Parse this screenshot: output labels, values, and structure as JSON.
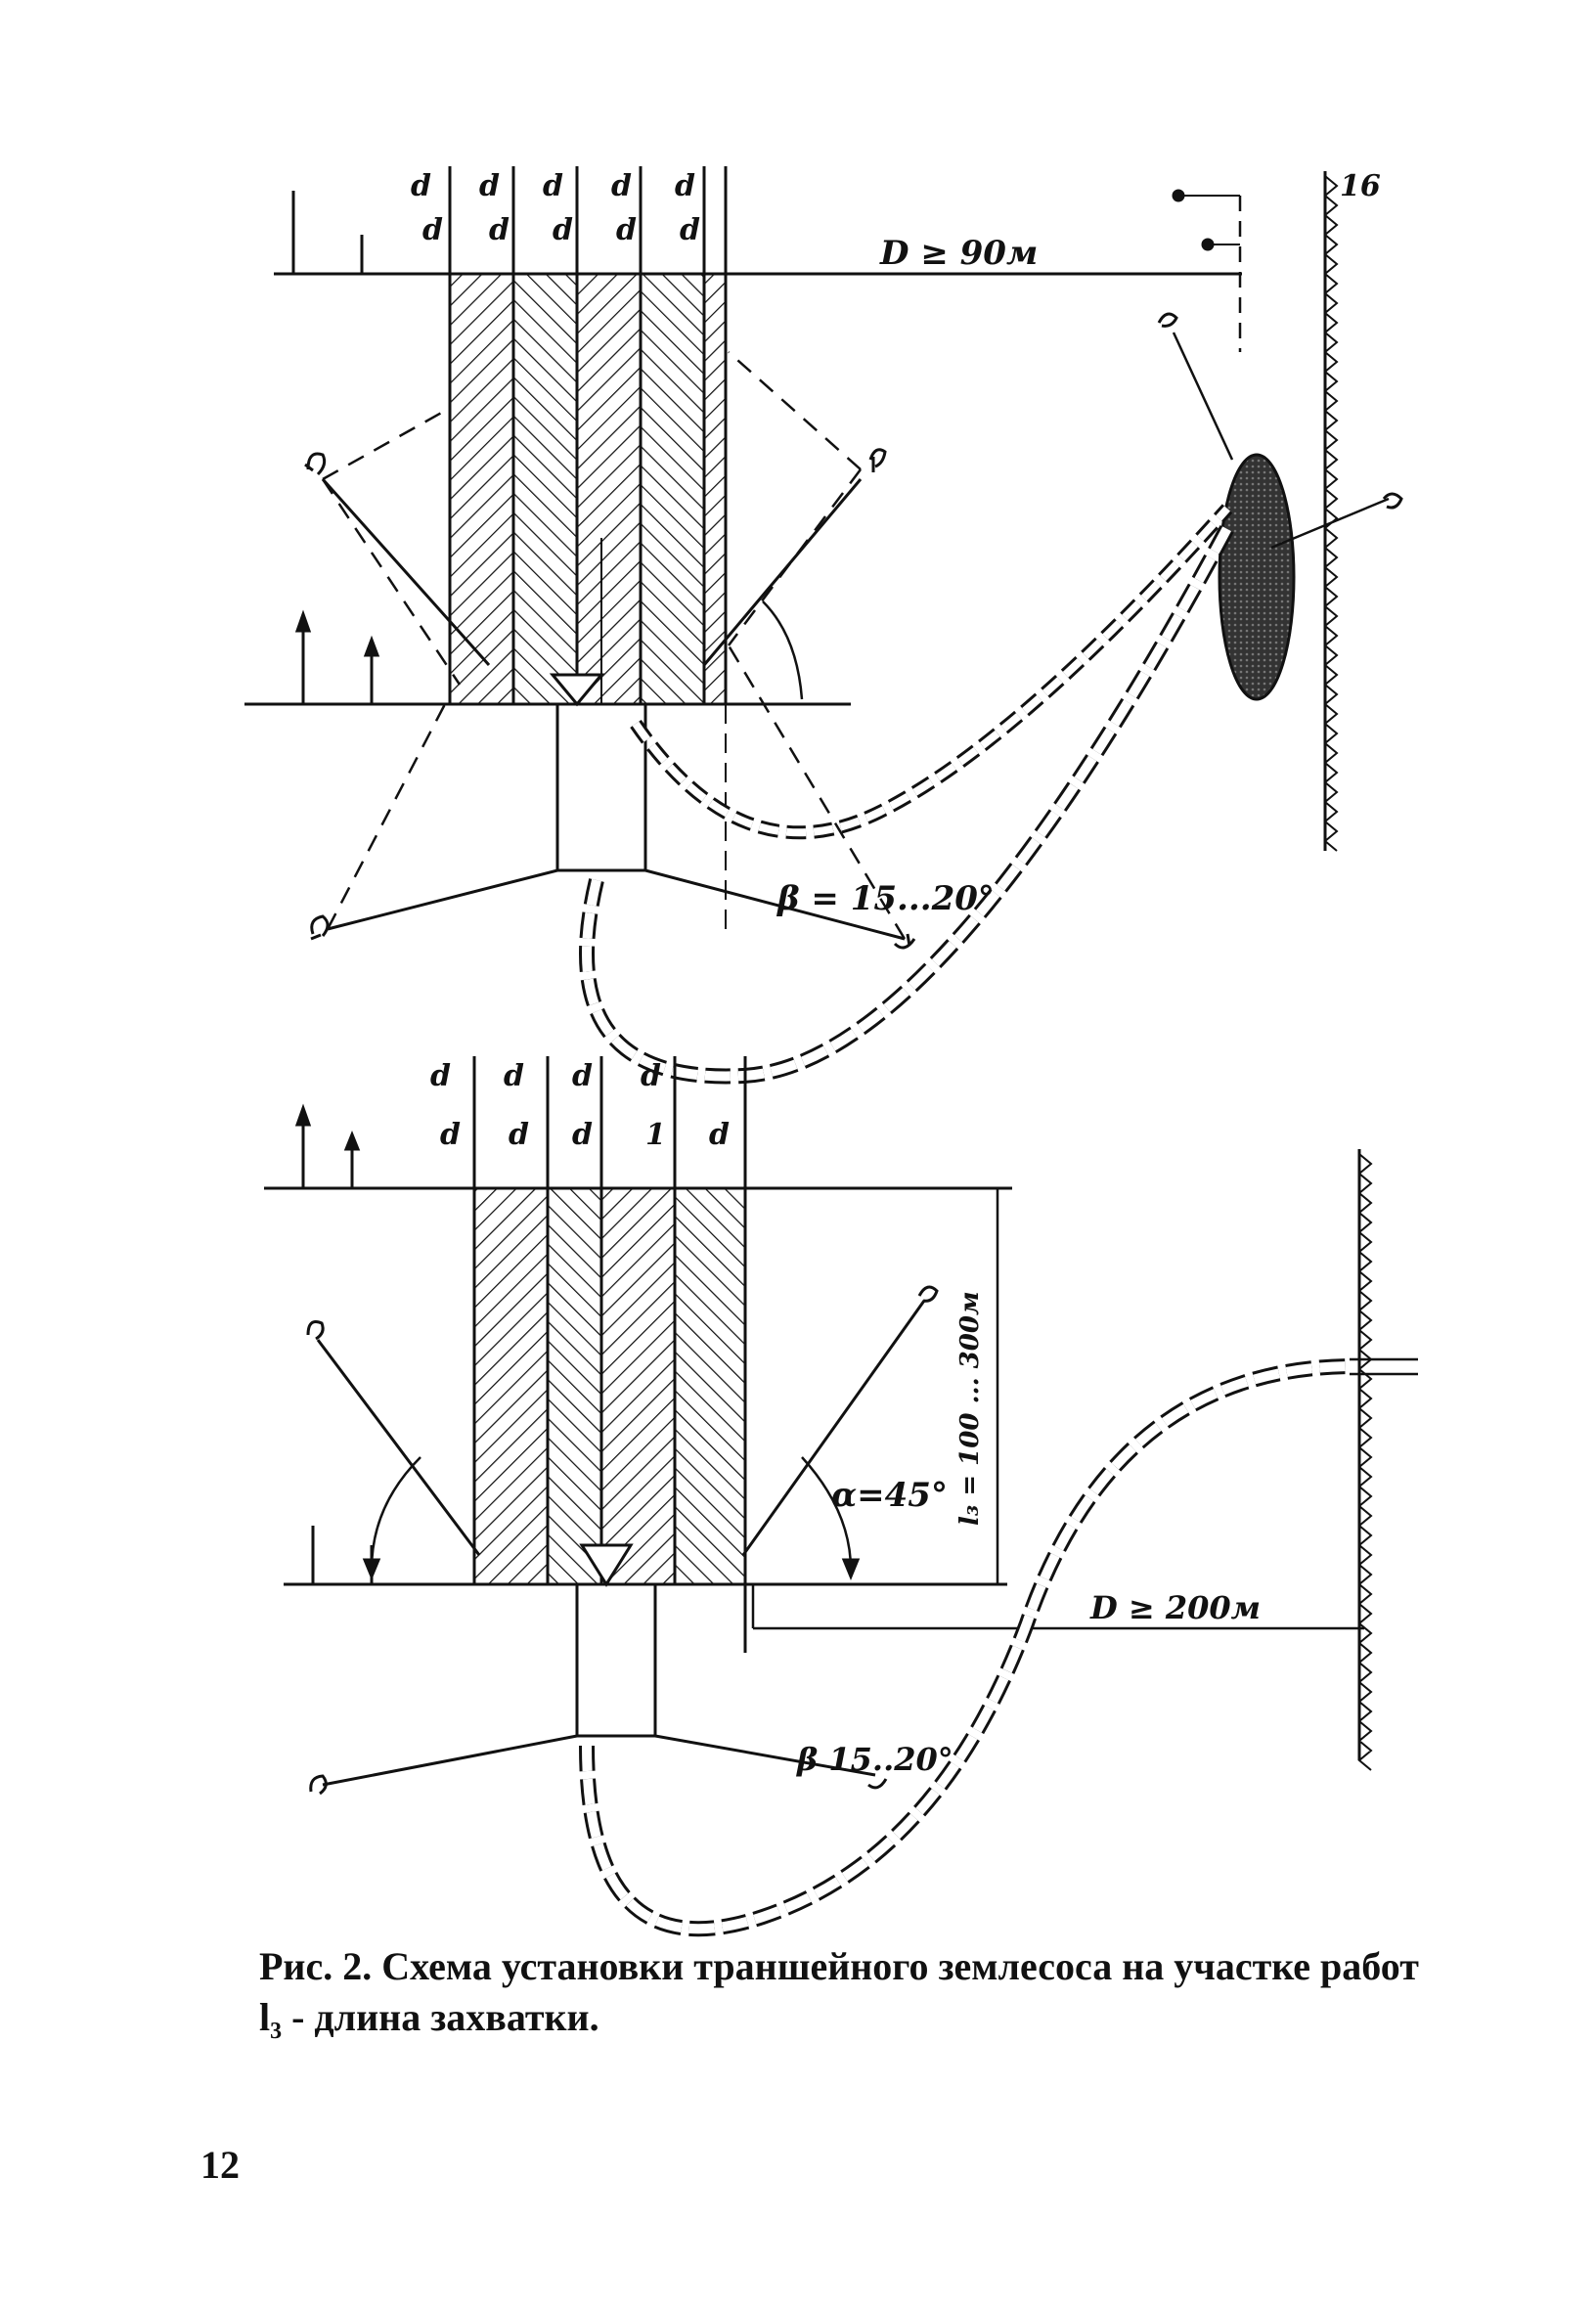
{
  "figure": {
    "top_scheme": {
      "d_labels_upper": [
        "d",
        "d",
        "d",
        "d",
        "d"
      ],
      "d_labels_lower": [
        "d",
        "d",
        "d",
        "d",
        "d"
      ],
      "distance_label": "D ≥ 90м",
      "angle_label": "β = 15...20°",
      "zone_label": "16"
    },
    "bottom_scheme": {
      "d_labels_upper": [
        "d",
        "d",
        "d",
        "d"
      ],
      "d_labels_lower": [
        "d",
        "d",
        "d",
        "1",
        "d"
      ],
      "distance_label": "D ≥ 200м",
      "angle_label": "α=45°",
      "angle_label_beta": "β 15..20°",
      "length_label": "l₃ = 100 ... 300м"
    }
  },
  "caption": {
    "line1": "Рис. 2. Схема установки траншейного землесоса на участке работ",
    "line2": "l₃ - длина захватки."
  },
  "page_number": "12"
}
